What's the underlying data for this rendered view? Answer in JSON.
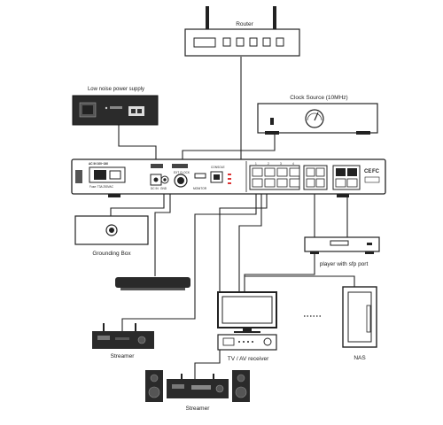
{
  "labels": {
    "router": "Router",
    "lnps": "Low noise power supply",
    "clock": "Clock Source (10MHz)",
    "grounding": "Grounding Box",
    "sfp_player": "player with sfp port",
    "tv": "TV / AV receiver",
    "nas": "NAS",
    "streamer1": "Streamer",
    "streamer2": "Streamer"
  },
  "switch_panel": {
    "ac_in": "AC IN 100~240",
    "fuse": "Fuse: T3A 250VAC",
    "dc_in": "DC IN",
    "gnd": "GND",
    "ext_clock": "EXT CLOCK",
    "console": "CONSOLE",
    "monitor": "MONITOR",
    "port_numbers": [
      "1",
      "2",
      "3",
      "4"
    ]
  },
  "icons": {
    "ce_mark": "CE",
    "fcc_mark": "FC"
  }
}
